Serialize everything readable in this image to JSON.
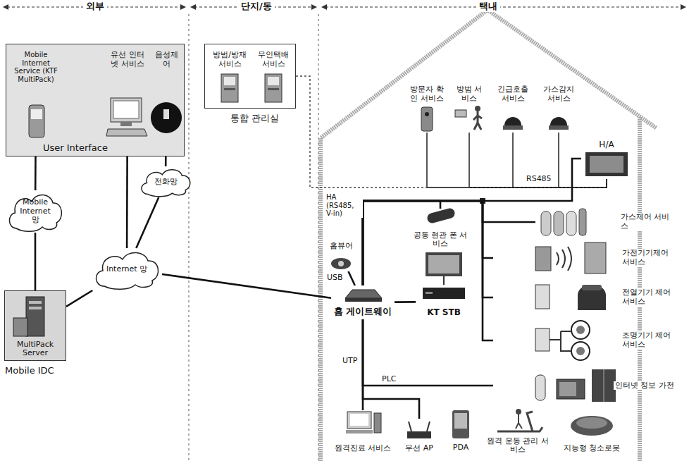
{
  "diagram": {
    "nodes": [
      {
        "text": [
          "User Interface"
        ]
      },
      {
        "text": [
          "Mobile Internet Service (KTF MultiPack)"
        ],
        "in": 0
      },
      {
        "text": [
          "유선 인터넷 서비스"
        ],
        "in": 0
      },
      {
        "text": [
          "음성제어"
        ],
        "in": 0
      },
      {
        "text": [
          "Mobile Internet 망"
        ]
      },
      {
        "text": [
          "전화망"
        ]
      },
      {
        "text": [
          "Internet 망"
        ]
      },
      {
        "text": [
          "MultiPack Server",
          "Mobile IDC"
        ]
      },
      {
        "text": [
          "통합 관리실"
        ]
      },
      {
        "text": [
          "방범/방재 서비스"
        ],
        "in": 8
      },
      {
        "text": [
          "무인택배 서비스"
        ],
        "in": 8
      },
      {
        "text": [
          "방문자 확인 서비스"
        ]
      },
      {
        "text": [
          "방범 서비스"
        ]
      },
      {
        "text": [
          "긴급호출 서비스"
        ]
      },
      {
        "text": [
          "가스감지 서비스"
        ]
      },
      {
        "text": [
          "H/A"
        ]
      },
      {
        "text": [
          "공동 현관 폰 서비스"
        ]
      },
      {
        "text": [
          "홈뷰어"
        ]
      },
      {
        "text": [
          "홈 게이트웨이"
        ]
      },
      {
        "text": [
          "KT STB"
        ]
      },
      {
        "text": [
          "가스제어 서비스"
        ]
      },
      {
        "text": [
          "가전기기제어 서비스"
        ]
      },
      {
        "text": [
          "전열기기 제어 서비스"
        ]
      },
      {
        "text": [
          "조명기기 제어서비스"
        ]
      },
      {
        "text": [
          "인터넷 정보 가전"
        ]
      },
      {
        "text": [
          "원격진료 서비스"
        ]
      },
      {
        "text": [
          "무선 AP"
        ]
      },
      {
        "text": [
          "PDA"
        ]
      },
      {
        "text": [
          "원격 운동 관리 서비스"
        ]
      },
      {
        "text": [
          "지능형 청소로봇"
        ]
      }
    ],
    "edges": [
      {
        "from": 1,
        "to": 4,
        "arrow": "none"
      },
      {
        "from": 4,
        "to": 7,
        "arrow": "none"
      },
      {
        "from": 7,
        "to": 6,
        "arrow": "none"
      },
      {
        "from": 2,
        "to": 6,
        "arrow": "none"
      },
      {
        "from": 3,
        "to": 5,
        "arrow": "none"
      },
      {
        "from": 5,
        "to": 6,
        "arrow": "none"
      },
      {
        "from": 6,
        "to": 18,
        "arrow": "none"
      },
      {
        "from": 17,
        "to": 18,
        "label": "USB",
        "arrow": "none"
      },
      {
        "from": 18,
        "to": 19,
        "arrow": "none"
      },
      {
        "from": 18,
        "to": 15,
        "label": "HA (RS485, V-in)",
        "arrow": "none"
      },
      {
        "from": 18,
        "to": 16,
        "arrow": "none"
      },
      {
        "from": 18,
        "to": 25,
        "label": "UTP",
        "arrow": "none"
      },
      {
        "from": 18,
        "to": 26,
        "arrow": "none"
      },
      {
        "from": 18,
        "to": 24,
        "label": "PLC",
        "arrow": "none"
      },
      {
        "from": 15,
        "to": 11,
        "label": "RS485",
        "arrow": "none"
      },
      {
        "from": 15,
        "to": 12,
        "arrow": "none"
      },
      {
        "from": 15,
        "to": 13,
        "arrow": "none"
      },
      {
        "from": 15,
        "to": 14,
        "arrow": "none"
      },
      {
        "from": 8,
        "to": 15,
        "arrow": "none"
      },
      {
        "from": 18,
        "to": 20,
        "arrow": "none"
      },
      {
        "from": 18,
        "to": 21,
        "arrow": "none"
      },
      {
        "from": 18,
        "to": 22,
        "arrow": "none"
      },
      {
        "from": 18,
        "to": 23,
        "arrow": "none"
      }
    ],
    "labels": [
      "외부",
      "단지/동",
      "택내"
    ]
  }
}
